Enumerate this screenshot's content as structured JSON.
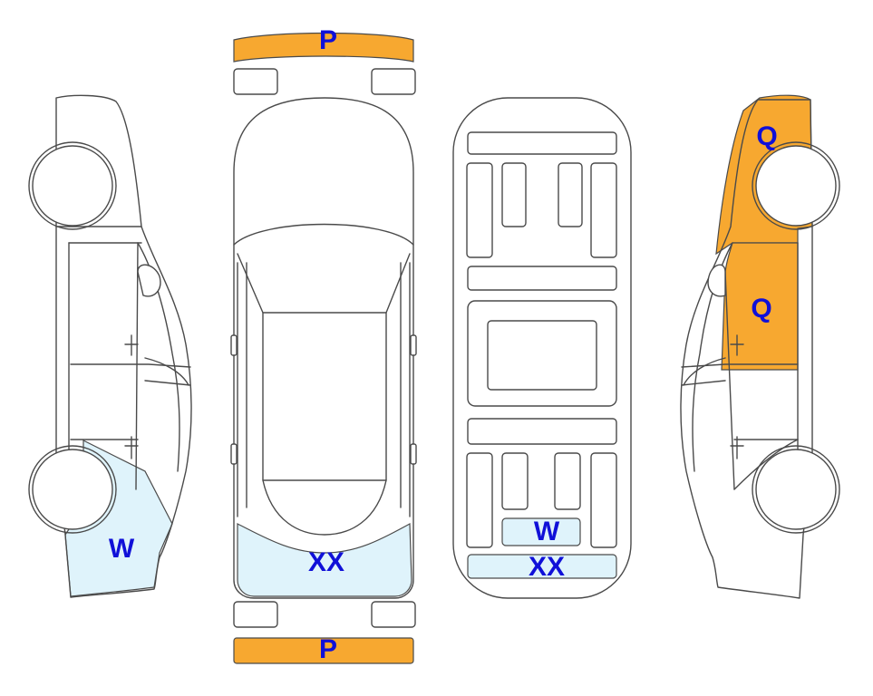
{
  "colors": {
    "orange": "#f7a830",
    "light_blue": "#dff3fb",
    "label": "#1010d8",
    "outline": "#4a4a4a"
  },
  "labels": {
    "front_bumper": "P",
    "rear_bumper": "P",
    "right_front_fender": "Q",
    "right_front_door": "Q",
    "left_rear_quarter": "W",
    "underbody_rear": "W",
    "top_rear_bumper": "XX",
    "underbody_rear_bumper": "XX"
  }
}
